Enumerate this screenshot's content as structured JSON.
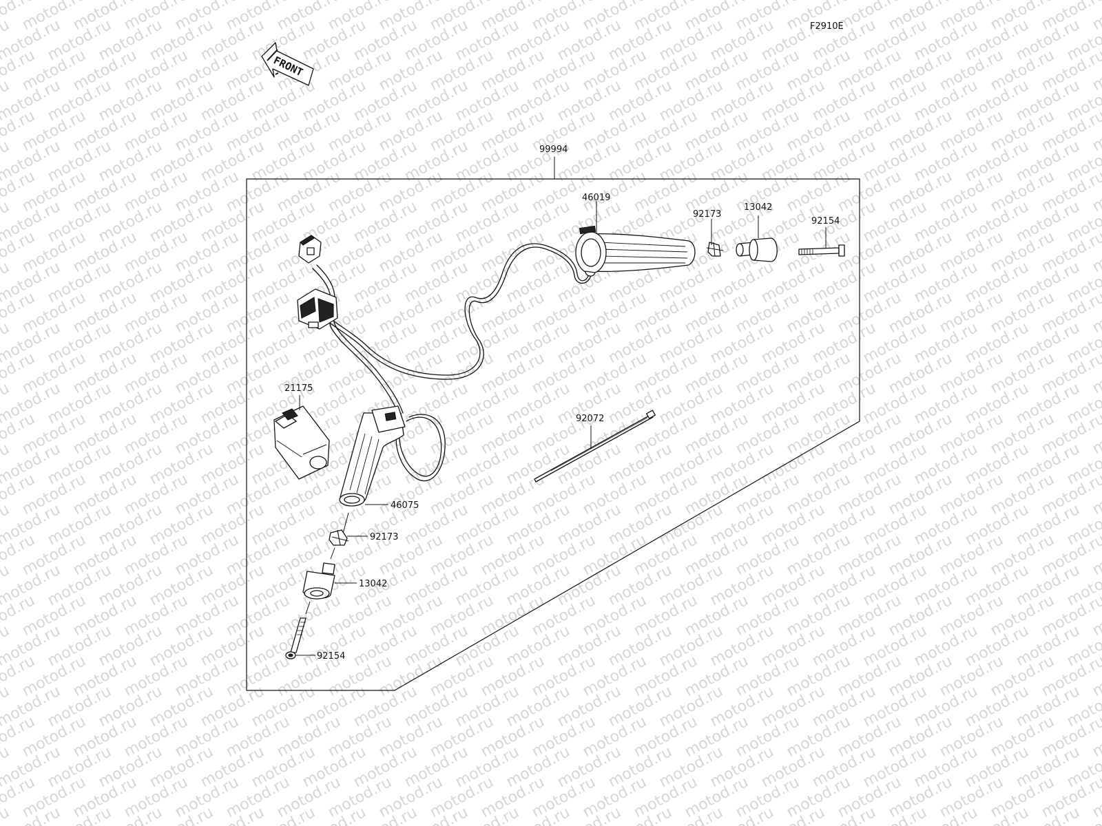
{
  "figure_code": "F2910E",
  "front_label": "FRONT",
  "watermark_text": "motod.ru",
  "kit": {
    "number": "99994"
  },
  "parts": {
    "grip_right": "46019",
    "clip_right": "92173",
    "weight_right": "13042",
    "bolt_right": "92154",
    "controller": "21175",
    "grip_left": "46075",
    "clip_left": "92173",
    "weight_left": "13042",
    "bolt_left": "92154",
    "band": "92072"
  }
}
